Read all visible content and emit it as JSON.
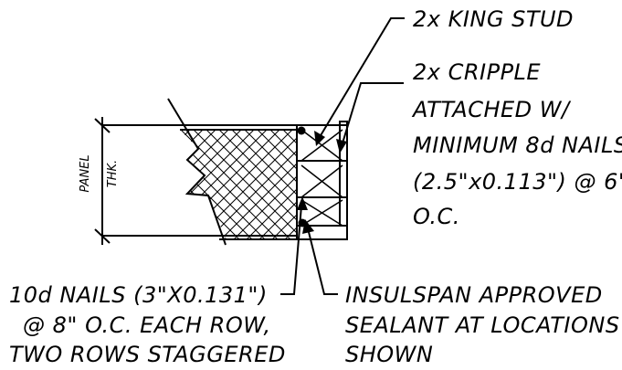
{
  "labels": {
    "king_stud": "2x KING STUD",
    "cripple": [
      "2x CRIPPLE",
      "ATTACHED W/",
      "MINIMUM 8d NAILS",
      "(2.5\"x0.113\") @ 6\"",
      "O.C."
    ],
    "nails": [
      "10d NAILS (3\"X0.131\")",
      "@ 8\" O.C. EACH ROW,",
      "TWO ROWS STAGGERED"
    ],
    "sealant": [
      "INSULSPAN APPROVED",
      "SEALANT AT LOCATIONS",
      "SHOWN"
    ],
    "panel_dim": [
      "PANEL",
      "THK."
    ]
  }
}
